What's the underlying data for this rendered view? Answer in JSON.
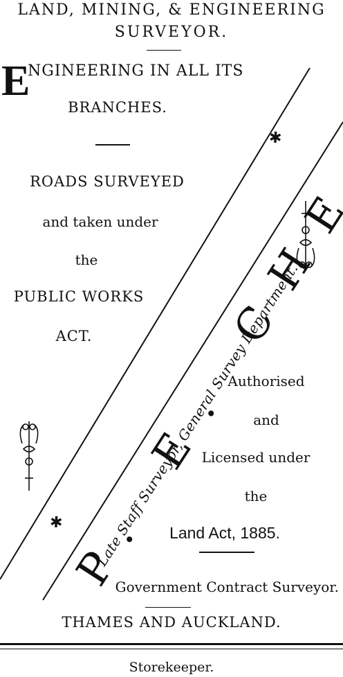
{
  "header": {
    "title": "LAND, MINING, & ENGINEERING",
    "subtitle": "SURVEYOR."
  },
  "intro": {
    "drop_cap": "E",
    "rest": "NGINEERING IN ALL ITS",
    "branches": "BRANCHES."
  },
  "left_column": {
    "roads": "ROADS SURVEYED",
    "taken": "and taken under",
    "the": "the",
    "act_name": "PUBLIC WORKS",
    "act": "ACT."
  },
  "diagonal": {
    "name": "P. E. CHEAL,",
    "tagline": "Late Staff Surveyor, General Survey Department."
  },
  "right_column": {
    "authorised": "Authorised",
    "and": "and",
    "licensed": "Licensed under",
    "the": "the",
    "land_act": "Land Act, 1885."
  },
  "footer": {
    "contract": "Government Contract Surveyor.",
    "place": "THAMES AND AUCKLAND.",
    "next_heading": "Storekeeper."
  }
}
